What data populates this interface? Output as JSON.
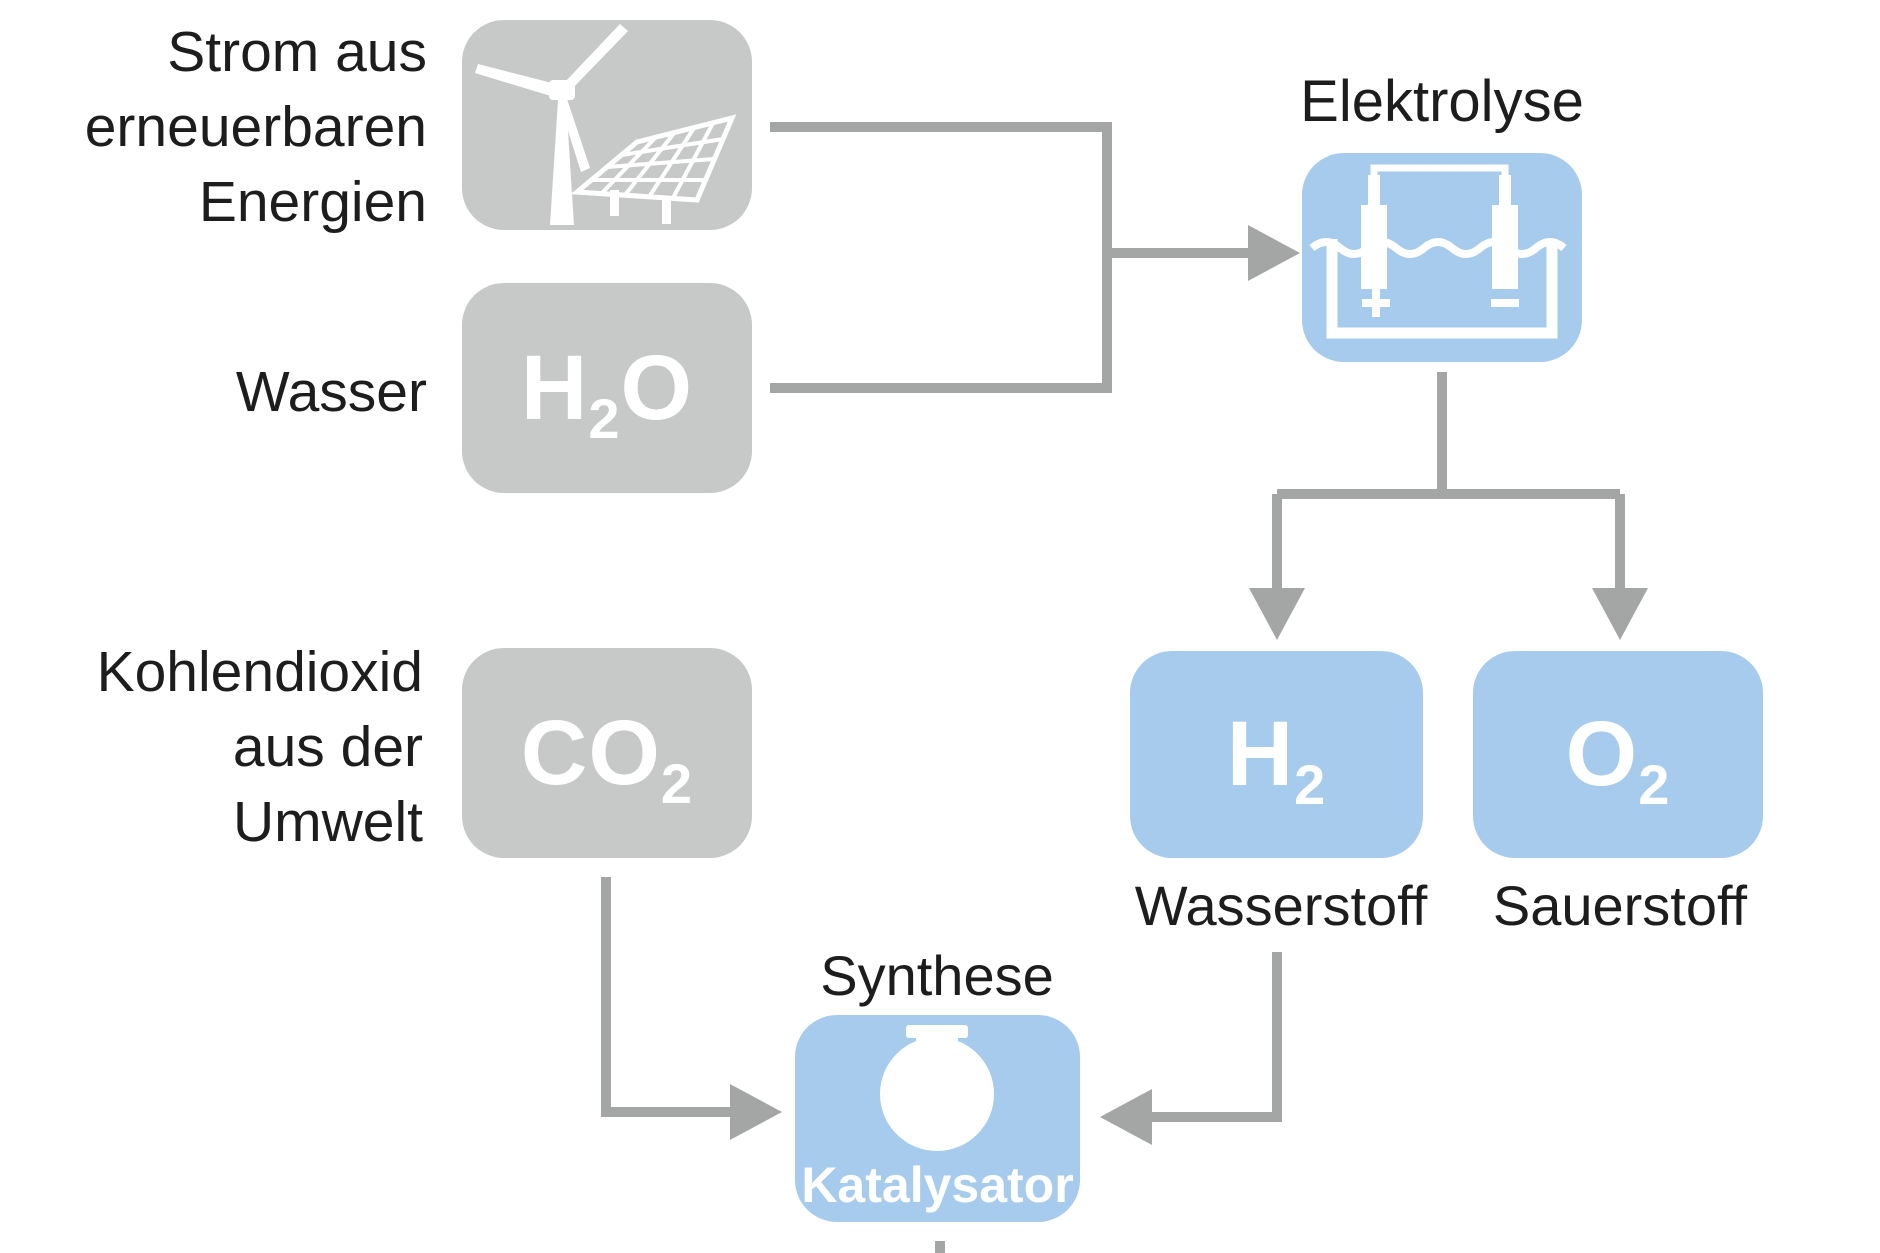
{
  "colors": {
    "background": "#ffffff",
    "gray_box": "#c7c8c8",
    "blue_box": "#a6cbec",
    "connector": "#a4a5a5",
    "text": "#1d1d1d",
    "icon_white": "#ffffff"
  },
  "nodes": {
    "electricity": {
      "label_lines": [
        "Strom aus",
        "erneuerbaren",
        "Energien"
      ],
      "icon": "wind-turbine-and-solar-panel-icon"
    },
    "water": {
      "label": "Wasser",
      "formula": {
        "base": "H",
        "sub": "2",
        "tail": "O"
      }
    },
    "carbon_dioxide": {
      "label_lines": [
        "Kohlendioxid",
        "aus der",
        "Umwelt"
      ],
      "formula": {
        "base": "CO",
        "sub": "2",
        "tail": ""
      }
    },
    "electrolysis": {
      "label": "Elektrolyse",
      "icon": "electrolysis-cell-icon"
    },
    "hydrogen": {
      "label": "Wasserstoff",
      "formula": {
        "base": "H",
        "sub": "2",
        "tail": ""
      }
    },
    "oxygen": {
      "label": "Sauerstoff",
      "formula": {
        "base": "O",
        "sub": "2",
        "tail": ""
      }
    },
    "synthesis": {
      "label": "Synthese",
      "catalyst": "Katalysator",
      "icon": "round-bottom-flask-icon"
    }
  }
}
